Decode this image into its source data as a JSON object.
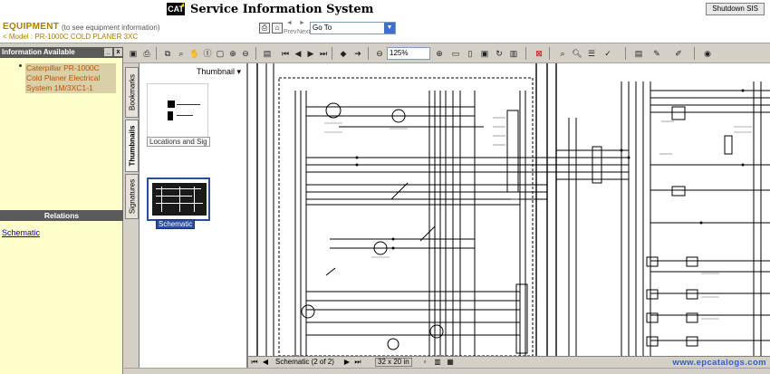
{
  "header": {
    "logo_text": "CAT",
    "title": "Service Information System",
    "shutdown_label": "Shutdown SIS"
  },
  "subheader": {
    "equipment_label": "EQUIPMENT",
    "equipment_hint": "(to see equipment information)",
    "model_line": "< Model : PR-1000C COLD PLANER 3XC",
    "nav_prev_label": "Prev",
    "nav_next_label": "Next",
    "goto_value": "Go To"
  },
  "toolbar": {
    "zoom_value": "125%"
  },
  "left_panel": {
    "info_header": "Information Available",
    "info_item": "Caterpillar PR-1000C Cold Planer Electrical System 1M/3XC1-1",
    "related_header": "Relations",
    "related_link": "Schematic"
  },
  "vertical_tabs": {
    "bookmarks": "Bookmarks",
    "thumbnails": "Thumbnails",
    "signatures": "Signatures"
  },
  "thumbnail_panel": {
    "header": "Thumbnail",
    "thumb1_label": "Locations and Sig",
    "thumb2_label": "Schematic"
  },
  "statusbar": {
    "page_label": "Schematic (2 of 2)",
    "size_label": "32 x 20 in",
    "watermark": "www.epcatalogs.com"
  },
  "colors": {
    "left_panel_bg": "#ffffcc",
    "header_bar": "#5a5a5a",
    "accent_orange": "#b07a00",
    "link_blue": "#0000cc",
    "selected_blue": "#2b4fa0"
  },
  "icons": [
    "cat-logo-icon",
    "print-icon",
    "back-icon",
    "forward-icon",
    "first-page-icon",
    "prev-page-icon",
    "next-page-icon",
    "last-page-icon",
    "zoom-in-icon",
    "zoom-out-icon",
    "find-icon",
    "hand-tool-icon",
    "note-icon"
  ]
}
